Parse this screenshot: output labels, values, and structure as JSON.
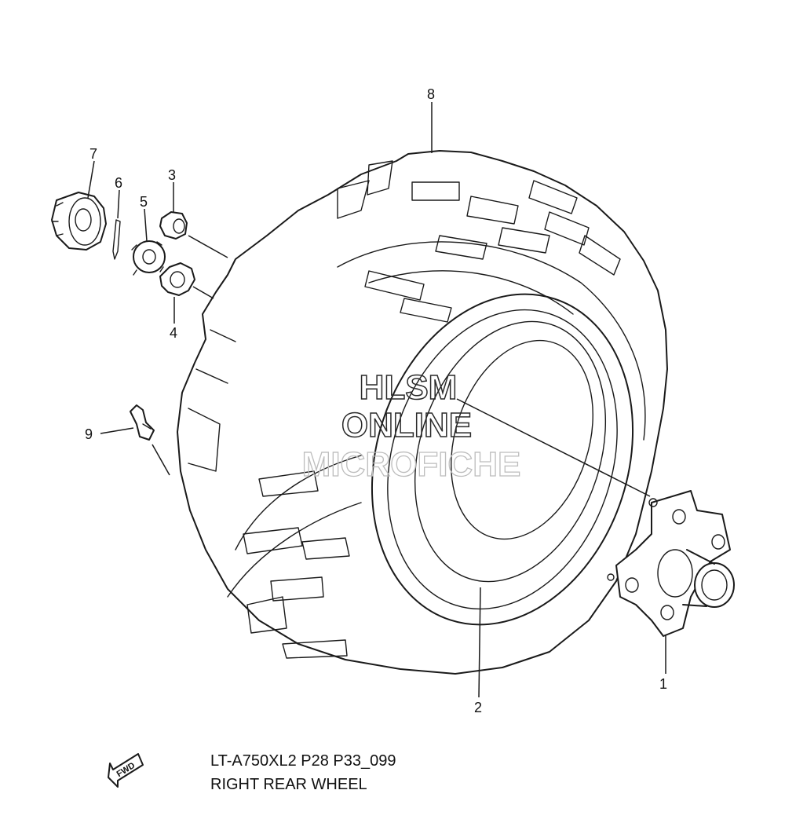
{
  "watermark": {
    "line1": "HLSM",
    "line2": "ONLINE",
    "line3": "MICROFICHE"
  },
  "fwd_label": "FWD",
  "diagram": {
    "code": "LT-A750XL2 P28 P33_099",
    "title": "RIGHT REAR WHEEL"
  },
  "callouts": [
    {
      "id": "1",
      "part": "hub"
    },
    {
      "id": "2",
      "part": "wheel"
    },
    {
      "id": "3",
      "part": "nut"
    },
    {
      "id": "4",
      "part": "washer"
    },
    {
      "id": "5",
      "part": "castle-nut"
    },
    {
      "id": "6",
      "part": "cotter-pin"
    },
    {
      "id": "7",
      "part": "cap"
    },
    {
      "id": "8",
      "part": "tire"
    },
    {
      "id": "9",
      "part": "valve"
    }
  ]
}
